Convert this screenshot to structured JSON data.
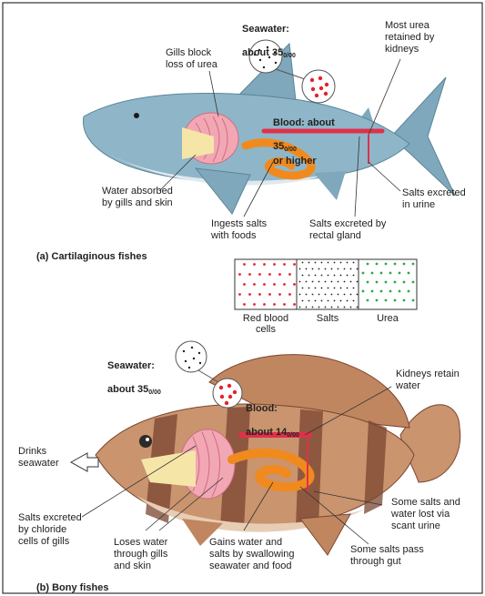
{
  "shark": {
    "seawater_title": "Seawater:",
    "seawater_value": "about 35",
    "seawater_unit": "0/00",
    "blood_title": "Blood: about",
    "blood_value": "35",
    "blood_unit": "0/00",
    "blood_suffix": "or higher",
    "gills_block": "Gills block\nloss of urea",
    "urea_retained": "Most urea\nretained by\nkidneys",
    "water_absorbed": "Water absorbed\nby gills and skin",
    "ingests_salts": "Ingests salts\nwith foods",
    "rectal_gland": "Salts excreted by\nrectal gland",
    "salts_urine": "Salts excreted\nin urine",
    "caption": "(a) Cartilaginous fishes"
  },
  "legend": {
    "red_blood_cells": "Red blood\ncells",
    "salts": "Salts",
    "urea": "Urea"
  },
  "bony": {
    "seawater_title": "Seawater:",
    "seawater_value": "about 35",
    "seawater_unit": "0/00",
    "blood_title": "Blood:",
    "blood_value": "about 14",
    "blood_unit": "0/00",
    "kidneys_retain": "Kidneys retain\nwater",
    "drinks": "Drinks\nseawater",
    "chloride": "Salts excreted\nby chloride\ncells of gills",
    "loses_water": "Loses water\nthrough gills\nand skin",
    "gains_water": "Gains water and\nsalts by swallowing\nseawater and food",
    "some_salts_urine": "Some salts and\nwater lost via\nscant urine",
    "some_salts_gut": "Some salts pass\nthrough gut",
    "caption": "(b) Bony fishes"
  },
  "colors": {
    "shark_body": "#8fb6c8",
    "shark_belly": "#dfe9ee",
    "fish_body": "#c9946e",
    "fish_stripe": "#7a4530",
    "gill_pink": "#f2a7b4",
    "gut_orange": "#f08a1e",
    "kidney_red": "#e0304a",
    "red_dot": "#e8202a",
    "green_dot": "#2ea84a"
  }
}
